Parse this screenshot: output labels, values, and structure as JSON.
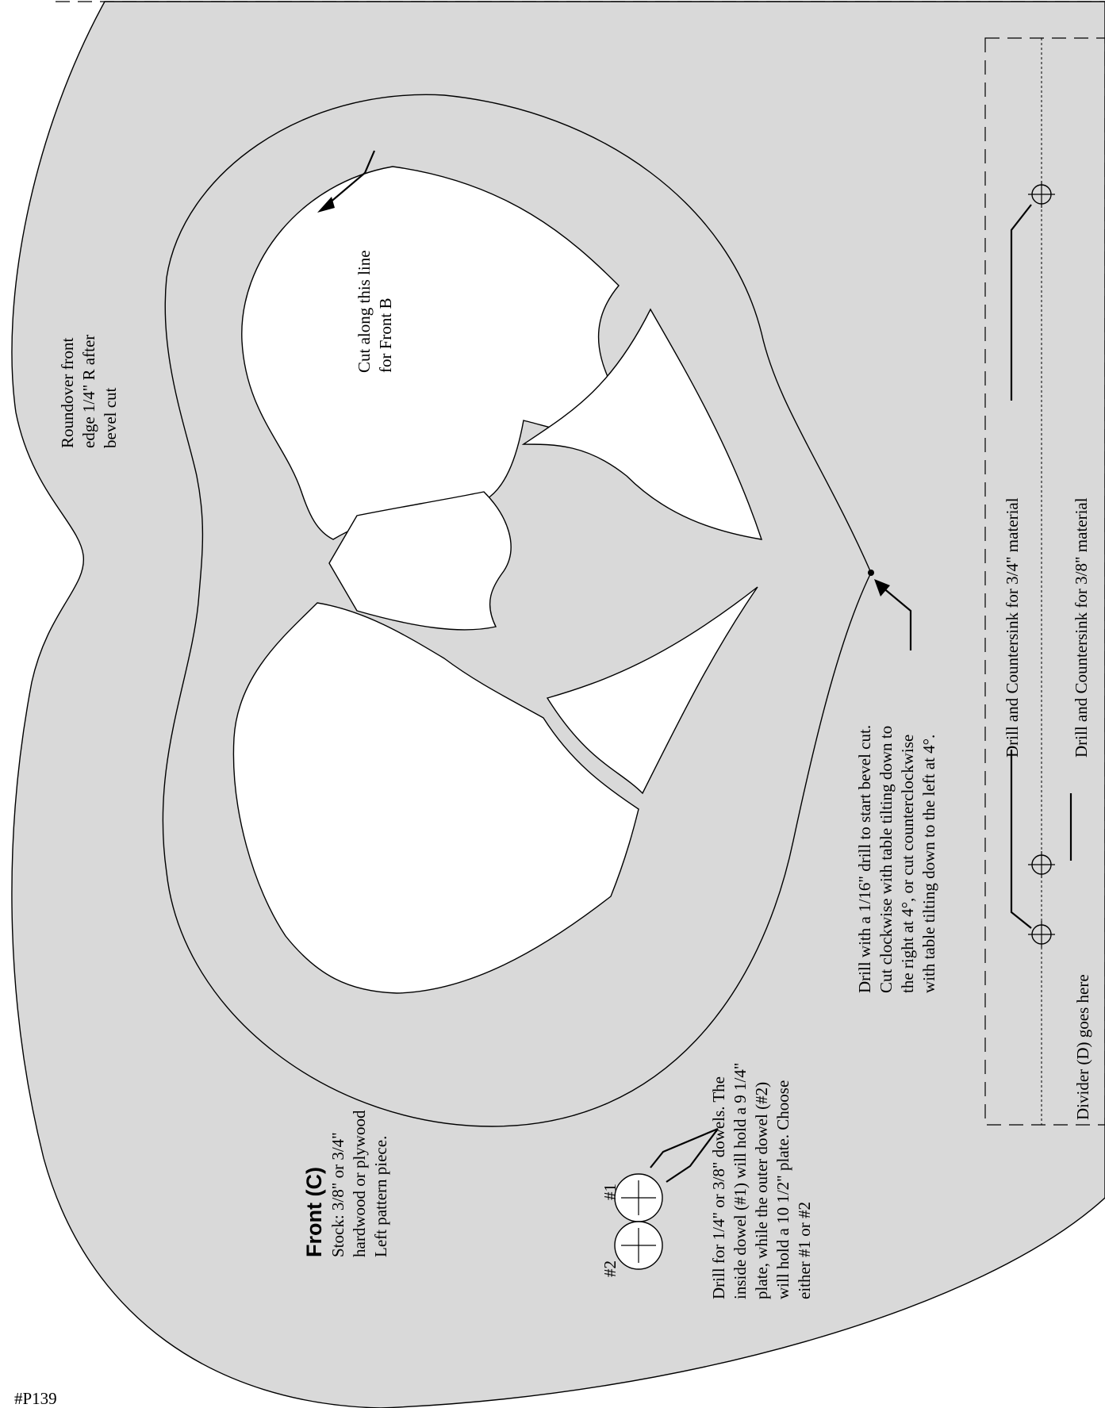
{
  "pattern_id": "#P139",
  "piece": {
    "title": "Front (C)",
    "stock_lines": [
      "Stock: 3/8\" or 3/4\"",
      "hardwood or plywood",
      "Left pattern piece."
    ]
  },
  "notes": {
    "roundover": [
      "Roundover front",
      "edge 1/4\" R after",
      "bevel cut"
    ],
    "cut_line": [
      "Cut along this line",
      "for Front B"
    ],
    "bevel": [
      "Drill with a 1/16\" drill to start bevel cut.",
      "Cut clockwise with table tilting down to",
      "the right at 4°, or cut counterclockwise",
      "with table tilting down to the left at 4°."
    ],
    "dowel": [
      "Drill for 1/4\" or 3/8\" dowels. The",
      "inside dowel (#1)  will hold a 9 1/4\"",
      "plate, while the outer dowel  (#2)",
      "will hold a 10 1/2\" plate. Choose",
      "either #1 or #2"
    ],
    "dowel_labels": {
      "inner": "#1",
      "outer": "#2"
    },
    "countersink_34": "Drill and Countersink for 3/4\" material",
    "countersink_38": "Drill and Countersink for 3/8\" material",
    "divider": "Divider (D) goes here"
  },
  "colors": {
    "piece_fill": "#d9d9d9",
    "opening_fill": "#ffffff",
    "line": "#000000"
  }
}
